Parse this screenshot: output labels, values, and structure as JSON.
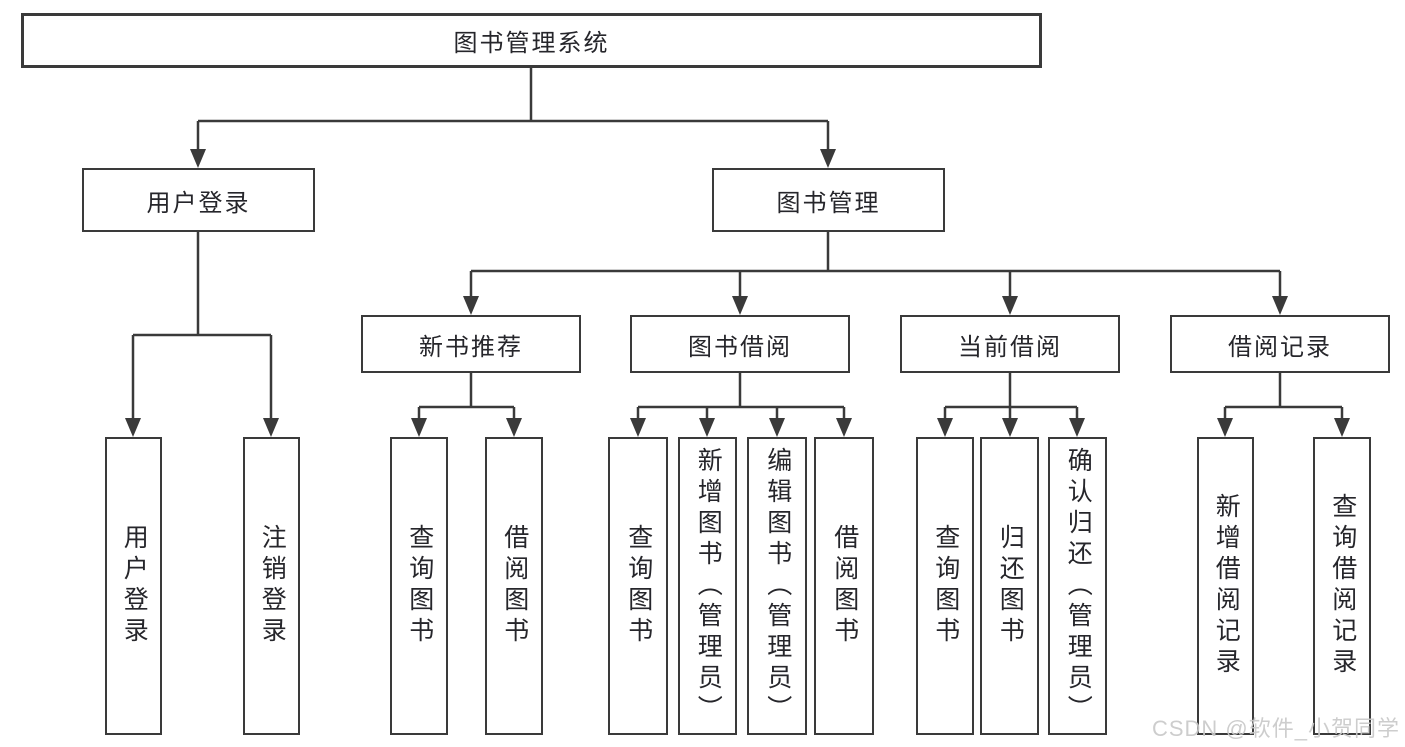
{
  "tree": {
    "label": "图书管理系统",
    "children": [
      {
        "label": "用户登录",
        "children": [
          {
            "label": "用户登录"
          },
          {
            "label": "注销登录"
          }
        ]
      },
      {
        "label": "图书管理",
        "children": [
          {
            "label": "新书推荐",
            "children": [
              {
                "label": "查询图书"
              },
              {
                "label": "借阅图书"
              }
            ]
          },
          {
            "label": "图书借阅",
            "children": [
              {
                "label": "查询图书"
              },
              {
                "label": "新增图书（管理员）"
              },
              {
                "label": "编辑图书（管理员）"
              },
              {
                "label": "借阅图书"
              }
            ]
          },
          {
            "label": "当前借阅",
            "children": [
              {
                "label": "查询图书"
              },
              {
                "label": "归还图书"
              },
              {
                "label": "确认归还（管理员）"
              }
            ]
          },
          {
            "label": "借阅记录",
            "children": [
              {
                "label": "新增借阅记录"
              },
              {
                "label": "查询借阅记录"
              }
            ]
          }
        ]
      }
    ]
  },
  "watermark": "CSDN @软件_小贺同学",
  "colors": {
    "line": "#3a3a3a",
    "text": "#26262b",
    "watermark": "#c9c9c9",
    "background": "#ffffff"
  }
}
